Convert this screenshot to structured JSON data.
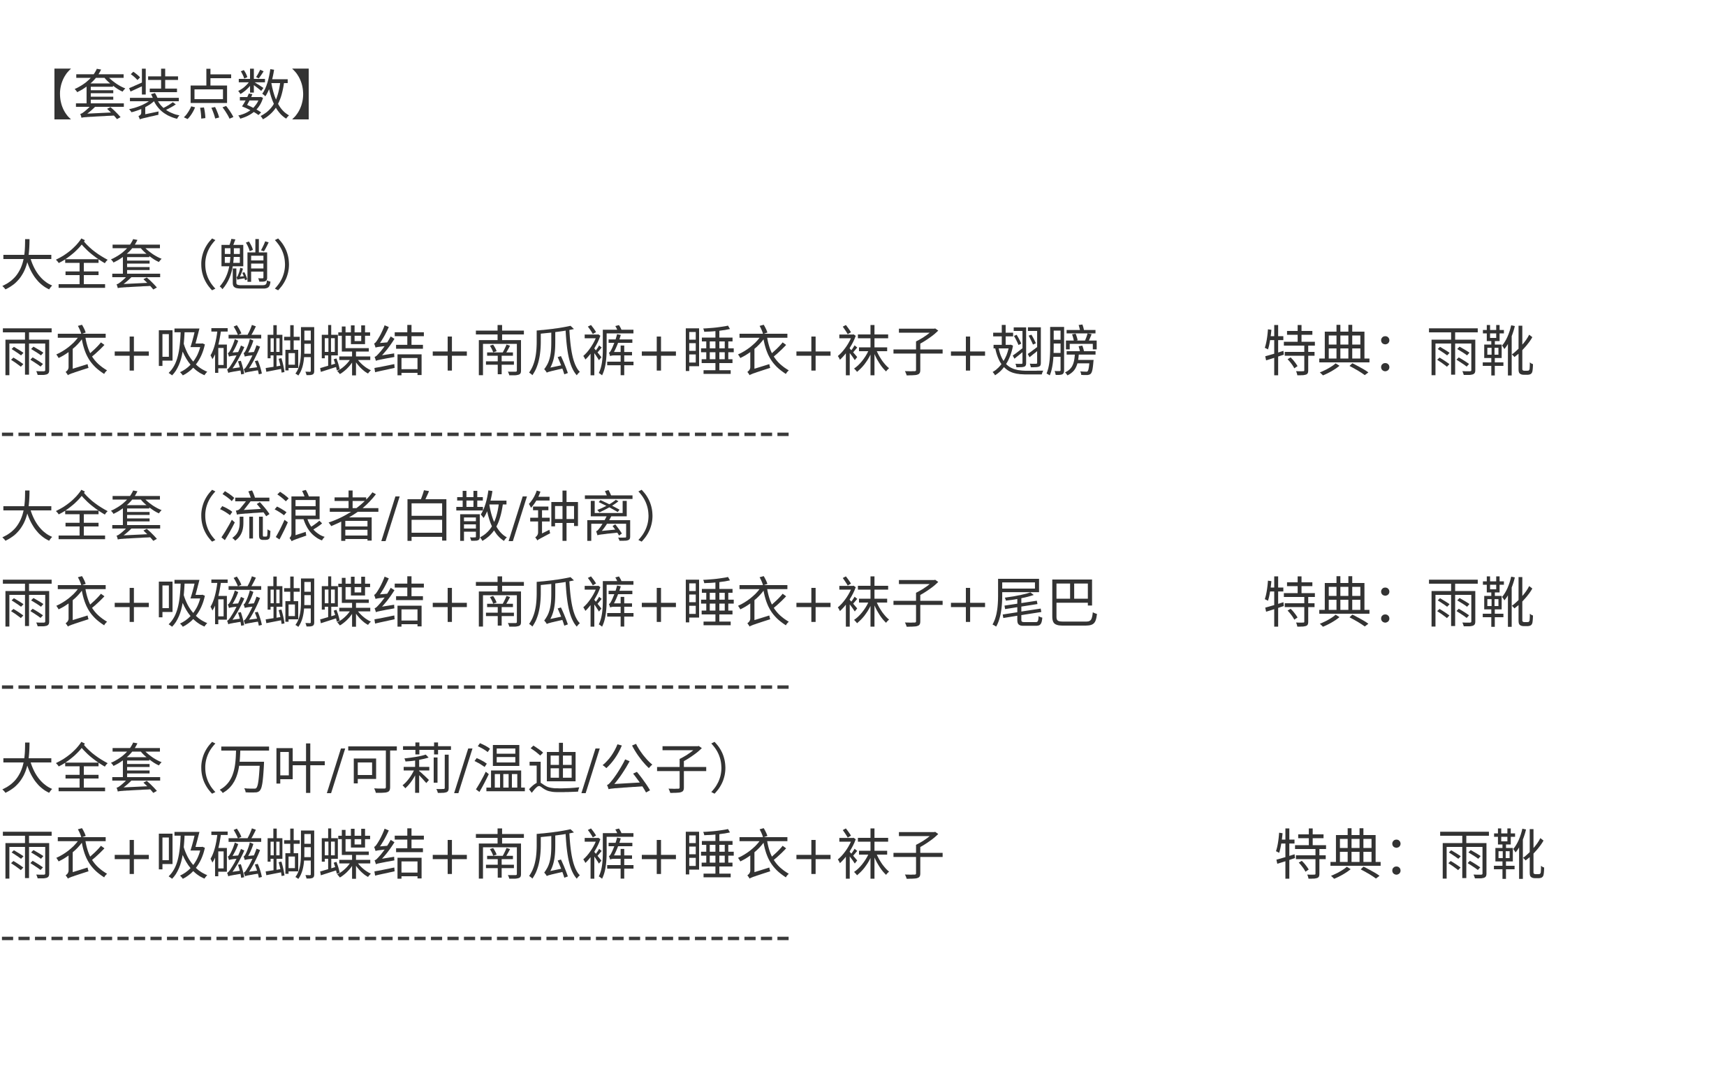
{
  "heading": "【套装点数】",
  "sets": [
    {
      "title": "大全套（魈）",
      "items": "雨衣+吸磁蝴蝶结+南瓜裤+睡衣+袜子+翅膀",
      "bonus": "特典：雨靴",
      "divider": "------------------------------------------------"
    },
    {
      "title": "大全套（流浪者/白散/钟离）",
      "items": "雨衣+吸磁蝴蝶结+南瓜裤+睡衣+袜子+尾巴",
      "bonus": "特典：雨靴",
      "divider": "------------------------------------------------"
    },
    {
      "title": "大全套（万叶/可莉/温迪/公子）",
      "items": "雨衣+吸磁蝴蝶结+南瓜裤+睡衣+袜子",
      "bonus": "特典：雨靴",
      "divider": "------------------------------------------------"
    }
  ]
}
